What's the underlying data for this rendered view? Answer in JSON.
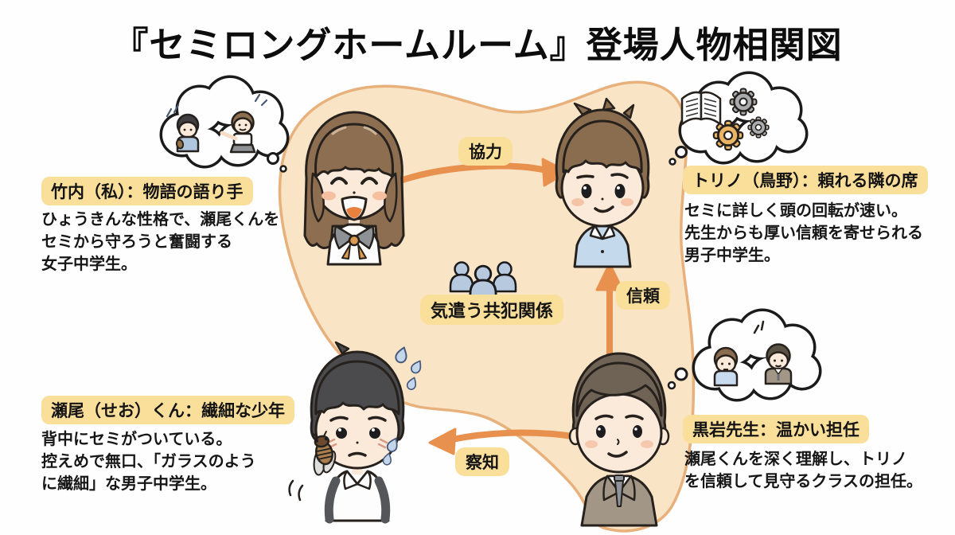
{
  "title": "『セミロングホームルーム』登場人物相関図",
  "characters": {
    "takeuchi": {
      "name": "竹内（私）：物語の語り手",
      "description": "ひょうきんな性格で、瀬尾くんを\nセミから守ろうと奮闘する\n女子中学生。"
    },
    "torino": {
      "name": "トリノ（鳥野）：頼れる隣の席",
      "description": "セミに詳しく頭の回転が速い。\n先生からも厚い信頼を寄せられる\n男子中学生。"
    },
    "seo": {
      "name": "瀬尾（せお）くん：繊細な少年",
      "description": "背中にセミがついている。\n控えめで無口、「ガラスのよう\nに繊細」な男子中学生。"
    },
    "kuroiwa": {
      "name": "黒岩先生：温かい担任",
      "description": "瀬尾くんを深く理解し、トリノ\nを信頼して見守るクラスの担任。"
    }
  },
  "relations": {
    "cooperation": "協力",
    "trust": "信頼",
    "perception": "察知",
    "center": "気遣う共犯関係"
  },
  "icons": {
    "thought_bubble": "thought-bubble-icon",
    "open_book": "open-book-icon",
    "gears": "gear-icon",
    "people_group": "people-group-icon",
    "cicada": "cicada-icon",
    "sweat_drops": "sweat-drop-icon"
  },
  "colors": {
    "blob": "#F9E4C6",
    "blob_outline": "#E8B17C",
    "badge": "#FADF9B",
    "arrow": "#E8914E"
  }
}
